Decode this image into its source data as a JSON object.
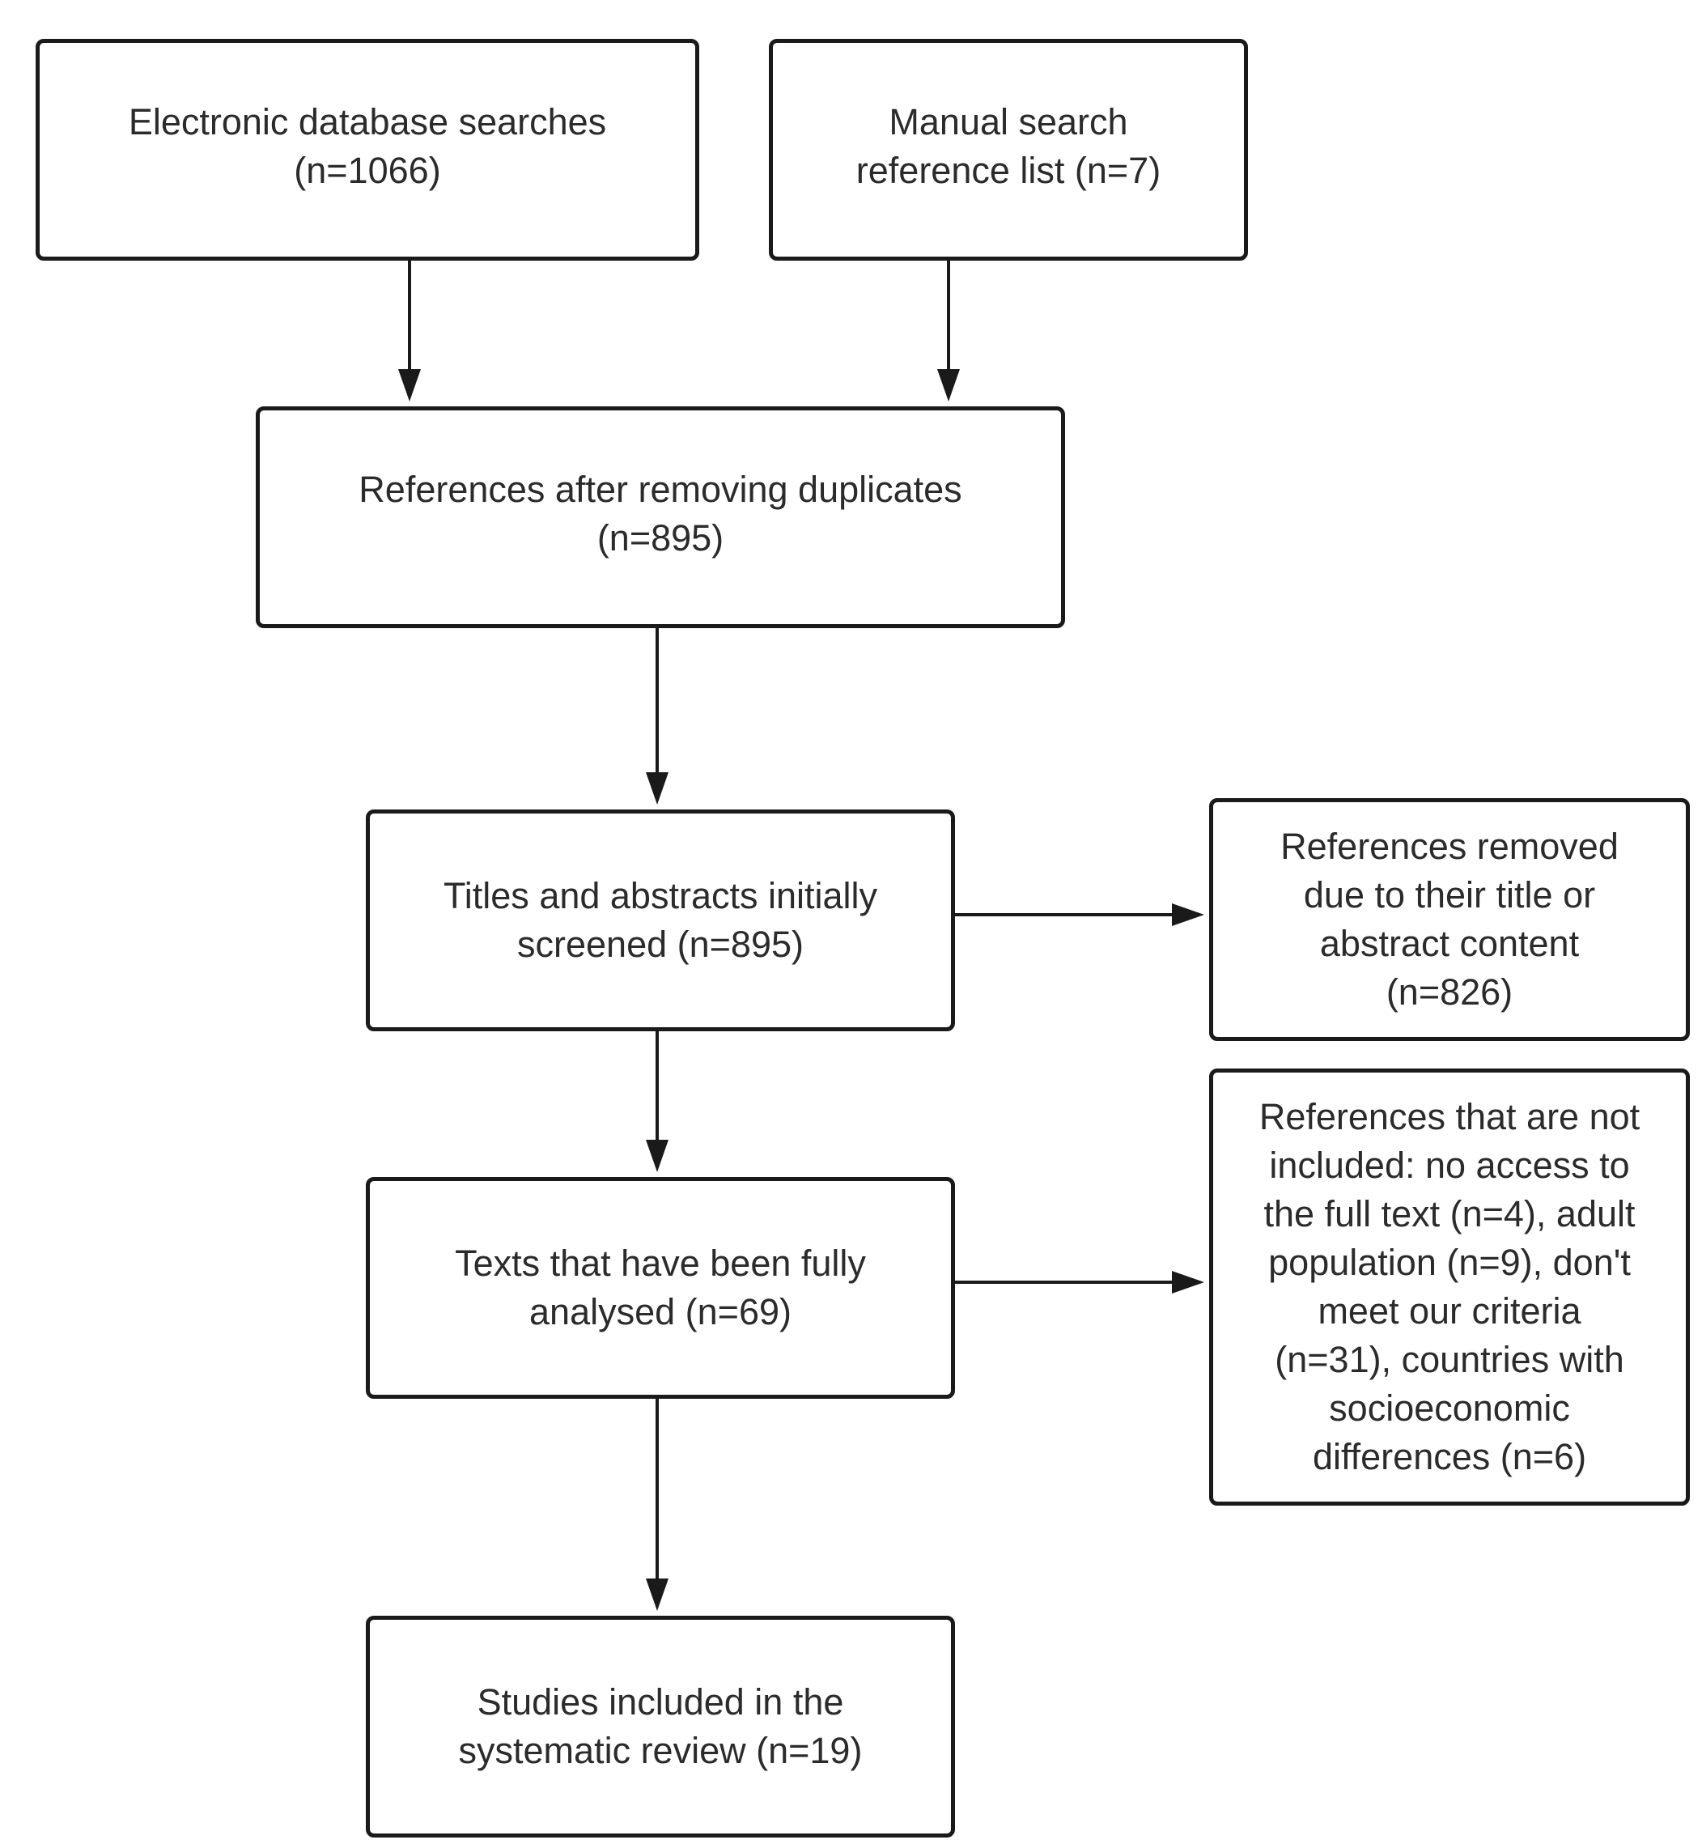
{
  "diagram": {
    "nodes": {
      "database_searches": "Electronic database searches\n(n=1066)",
      "manual_search": "Manual search\nreference list (n=7)",
      "after_duplicates": "References after removing duplicates\n(n=895)",
      "titles_screened": "Titles and abstracts initially\nscreened (n=895)",
      "removed_title_abstract": "References removed\ndue to their title or\nabstract content\n(n=826)",
      "fully_analysed": "Texts that have been fully\nanalysed (n=69)",
      "not_included": "References that are not\nincluded: no access to\nthe full text (n=4), adult\npopulation (n=9), don't\nmeet our criteria\n(n=31), countries with\nsocioeconomic\ndifferences (n=6)",
      "included": "Studies included in the\nsystematic review (n=19)"
    },
    "edges": [
      {
        "from": "database_searches",
        "to": "after_duplicates"
      },
      {
        "from": "manual_search",
        "to": "after_duplicates"
      },
      {
        "from": "after_duplicates",
        "to": "titles_screened"
      },
      {
        "from": "titles_screened",
        "to": "removed_title_abstract"
      },
      {
        "from": "titles_screened",
        "to": "fully_analysed"
      },
      {
        "from": "fully_analysed",
        "to": "not_included"
      },
      {
        "from": "fully_analysed",
        "to": "included"
      }
    ],
    "colors": {
      "line": "#1a1a1a",
      "text": "#2b2b2b",
      "background": "#ffffff"
    }
  }
}
